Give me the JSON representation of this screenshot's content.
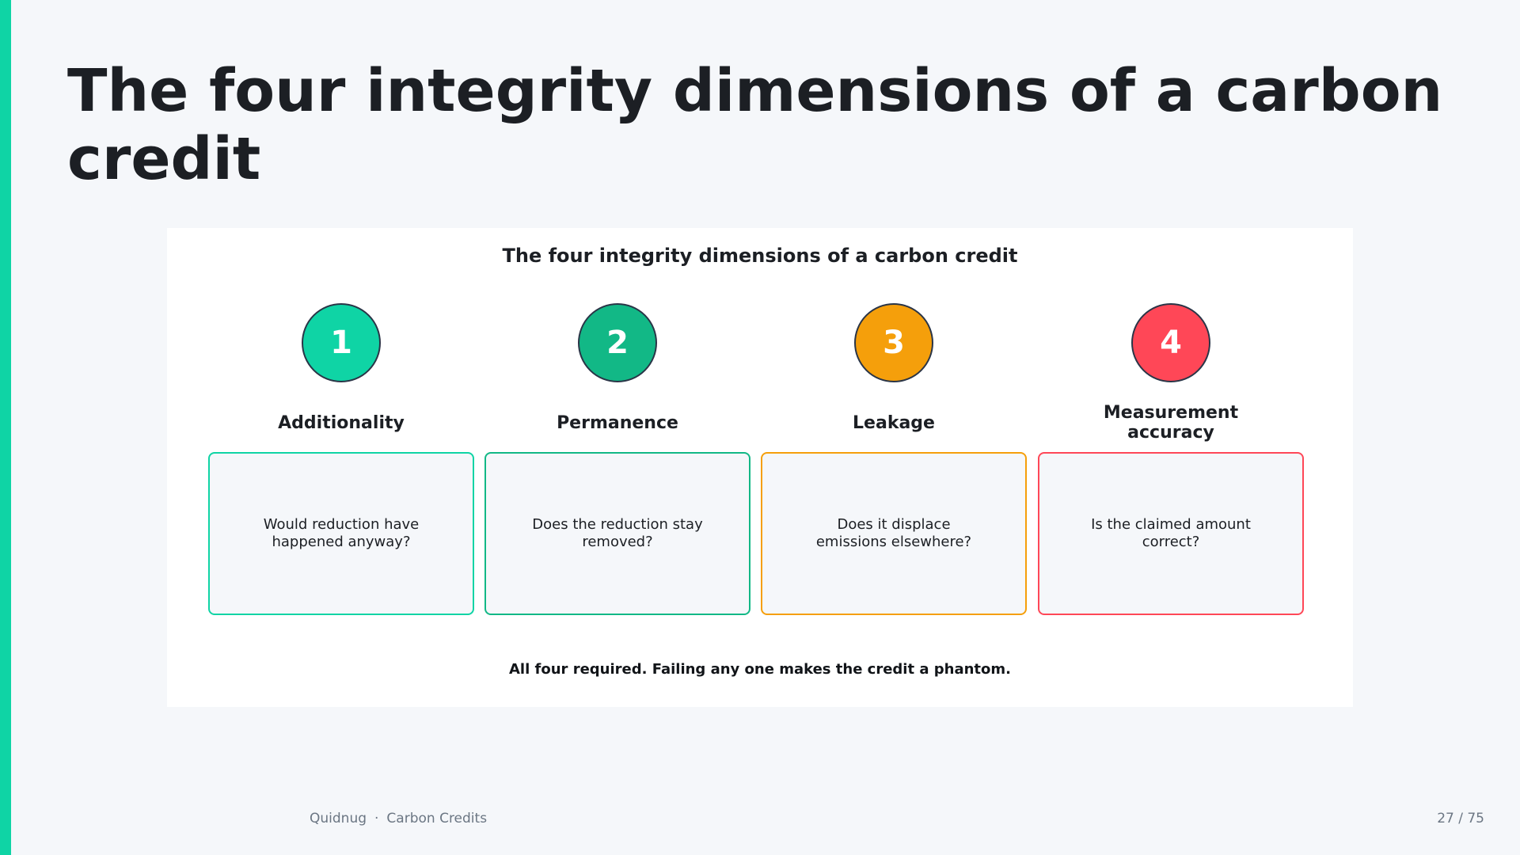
{
  "slide": {
    "title": "The four integrity dimensions of a carbon credit"
  },
  "figure": {
    "title": "The four integrity dimensions of a carbon credit",
    "dimensions": [
      {
        "number": "1",
        "label": "Additionality",
        "question": "Would reduction have happened anyway?",
        "color": "#0fd4a5"
      },
      {
        "number": "2",
        "label": "Permanence",
        "question": "Does the reduction stay removed?",
        "color": "#12b886"
      },
      {
        "number": "3",
        "label": "Leakage",
        "question": "Does it displace emissions elsewhere?",
        "color": "#f59f0b"
      },
      {
        "number": "4",
        "label": "Measurement accuracy",
        "question": "Is the claimed amount correct?",
        "color": "#ff4757"
      }
    ],
    "caption": "All four required. Failing any one makes the credit a phantom."
  },
  "footer": {
    "brand": "Quidnug",
    "separator": "·",
    "section": "Carbon Credits",
    "page": "27 / 75"
  },
  "colors": {
    "accent": "#0fd4a5",
    "background": "#f5f7fa",
    "text": "#1c1f24"
  }
}
